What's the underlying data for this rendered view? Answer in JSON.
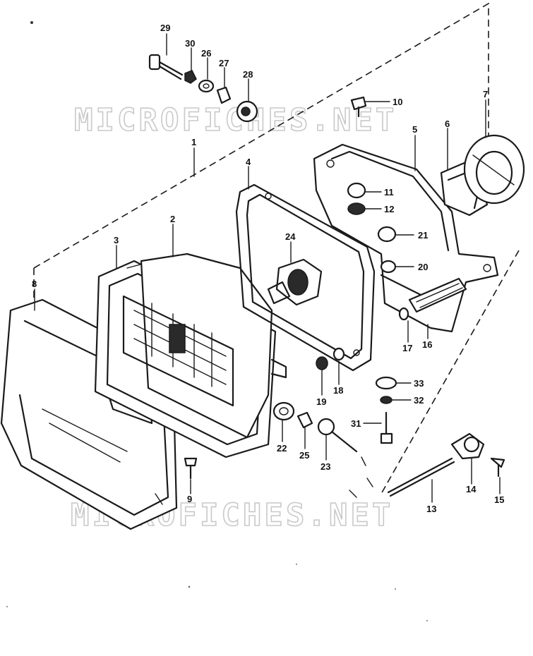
{
  "watermarks": [
    "MICROFICHES.NET",
    "MICROFICHES.NET"
  ],
  "callouts": [
    {
      "id": "c1",
      "label": "1"
    },
    {
      "id": "c2",
      "label": "2"
    },
    {
      "id": "c3",
      "label": "3"
    },
    {
      "id": "c4",
      "label": "4"
    },
    {
      "id": "c5",
      "label": "5"
    },
    {
      "id": "c6",
      "label": "6"
    },
    {
      "id": "c7",
      "label": "7"
    },
    {
      "id": "c8",
      "label": "8"
    },
    {
      "id": "c9",
      "label": "9"
    },
    {
      "id": "c10",
      "label": "10"
    },
    {
      "id": "c11",
      "label": "11"
    },
    {
      "id": "c12",
      "label": "12"
    },
    {
      "id": "c13",
      "label": "13"
    },
    {
      "id": "c14",
      "label": "14"
    },
    {
      "id": "c15",
      "label": "15"
    },
    {
      "id": "c16",
      "label": "16"
    },
    {
      "id": "c17",
      "label": "17"
    },
    {
      "id": "c18",
      "label": "18"
    },
    {
      "id": "c19",
      "label": "19"
    },
    {
      "id": "c20",
      "label": "20"
    },
    {
      "id": "c21",
      "label": "21"
    },
    {
      "id": "c22",
      "label": "22"
    },
    {
      "id": "c23",
      "label": "23"
    },
    {
      "id": "c24",
      "label": "24"
    },
    {
      "id": "c25",
      "label": "25"
    },
    {
      "id": "c26",
      "label": "26"
    },
    {
      "id": "c27",
      "label": "27"
    },
    {
      "id": "c28",
      "label": "28"
    },
    {
      "id": "c29",
      "label": "29"
    },
    {
      "id": "c30",
      "label": "30"
    },
    {
      "id": "c31",
      "label": "31"
    },
    {
      "id": "c32",
      "label": "32"
    },
    {
      "id": "c33",
      "label": "33"
    }
  ]
}
